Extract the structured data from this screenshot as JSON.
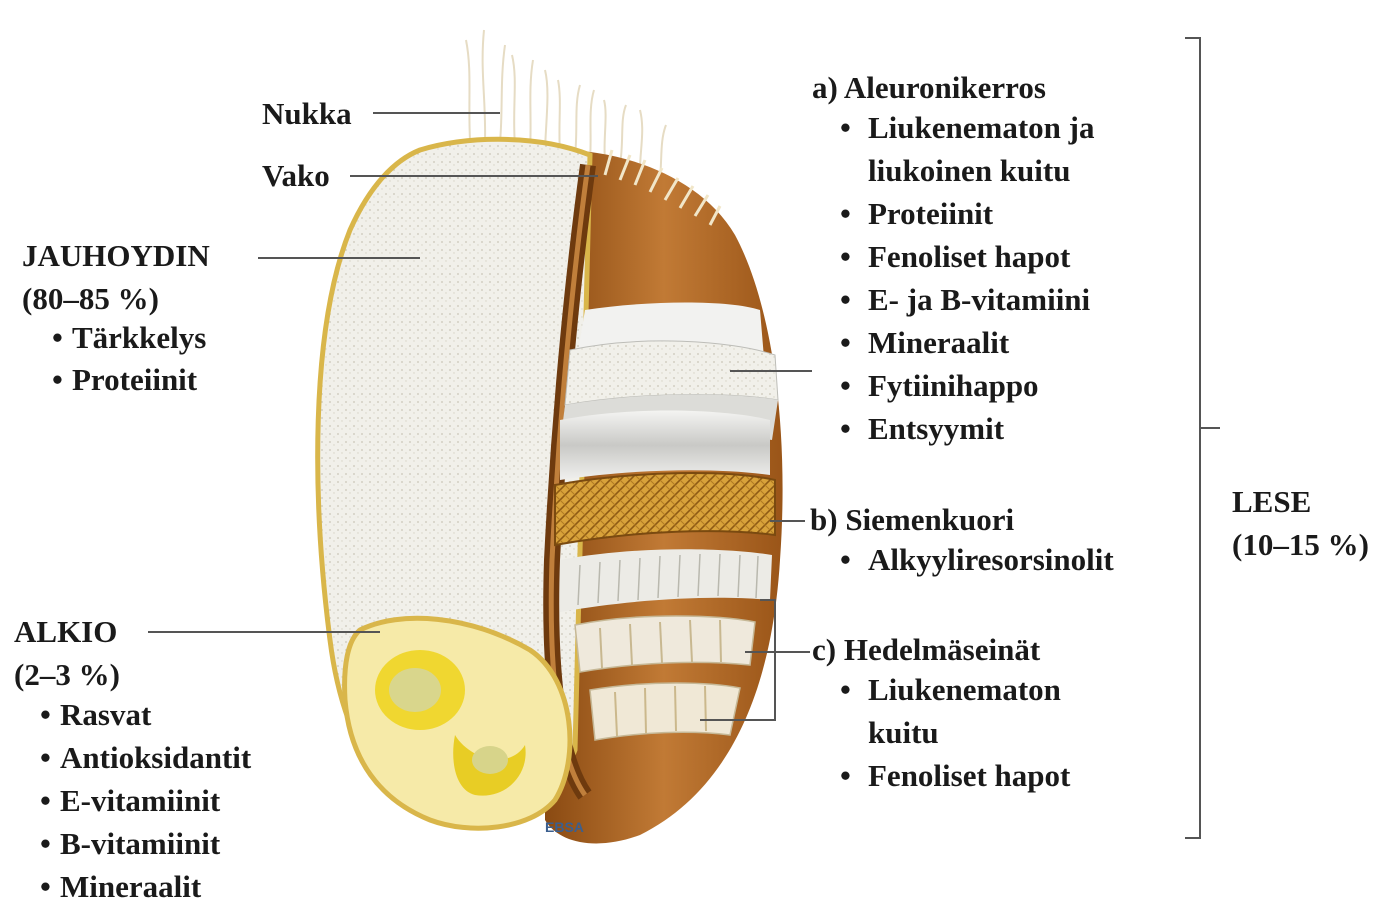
{
  "labels": {
    "nukka": "Nukka",
    "vako": "Vako",
    "lese": "LESE",
    "lese_pct": "(10–15 %)",
    "logo": "EBSA"
  },
  "jauhoydin": {
    "title": "JAUHOYDIN",
    "pct": "(80–85 %)",
    "items": [
      "Tärkkelys",
      "Proteiinit"
    ]
  },
  "alkio": {
    "title": "ALKIO",
    "pct": "(2–3 %)",
    "items": [
      "Rasvat",
      "Antioksidantit",
      "E-vitamiinit",
      "B-vitamiinit",
      "Mineraalit"
    ]
  },
  "aleuroni": {
    "title": "a) Aleuronikerros",
    "items": [
      "Liukenematon ja",
      "liukoinen kuitu",
      "Proteiinit",
      "Fenoliset hapot",
      "E- ja B-vitamiini",
      "Mineraalit",
      "Fytiinihappo",
      "Entsyymit"
    ]
  },
  "siemenkuori": {
    "title": "b) Siemenkuori",
    "items": [
      "Alkyyliresorsinolit"
    ]
  },
  "hedelma": {
    "title": "c) Hedelmäseinät",
    "items": [
      "Liukenematon",
      "kuitu",
      "Fenoliset hapot"
    ]
  },
  "colors": {
    "bran": "#b5702b",
    "endosperm": "#efeee8",
    "germ": "#f2e49a",
    "germ_core": "#e9cf2a",
    "outline": "#d9b64a",
    "aleurone": "#e8e8e6",
    "seedcoat": "#d9a53a"
  }
}
